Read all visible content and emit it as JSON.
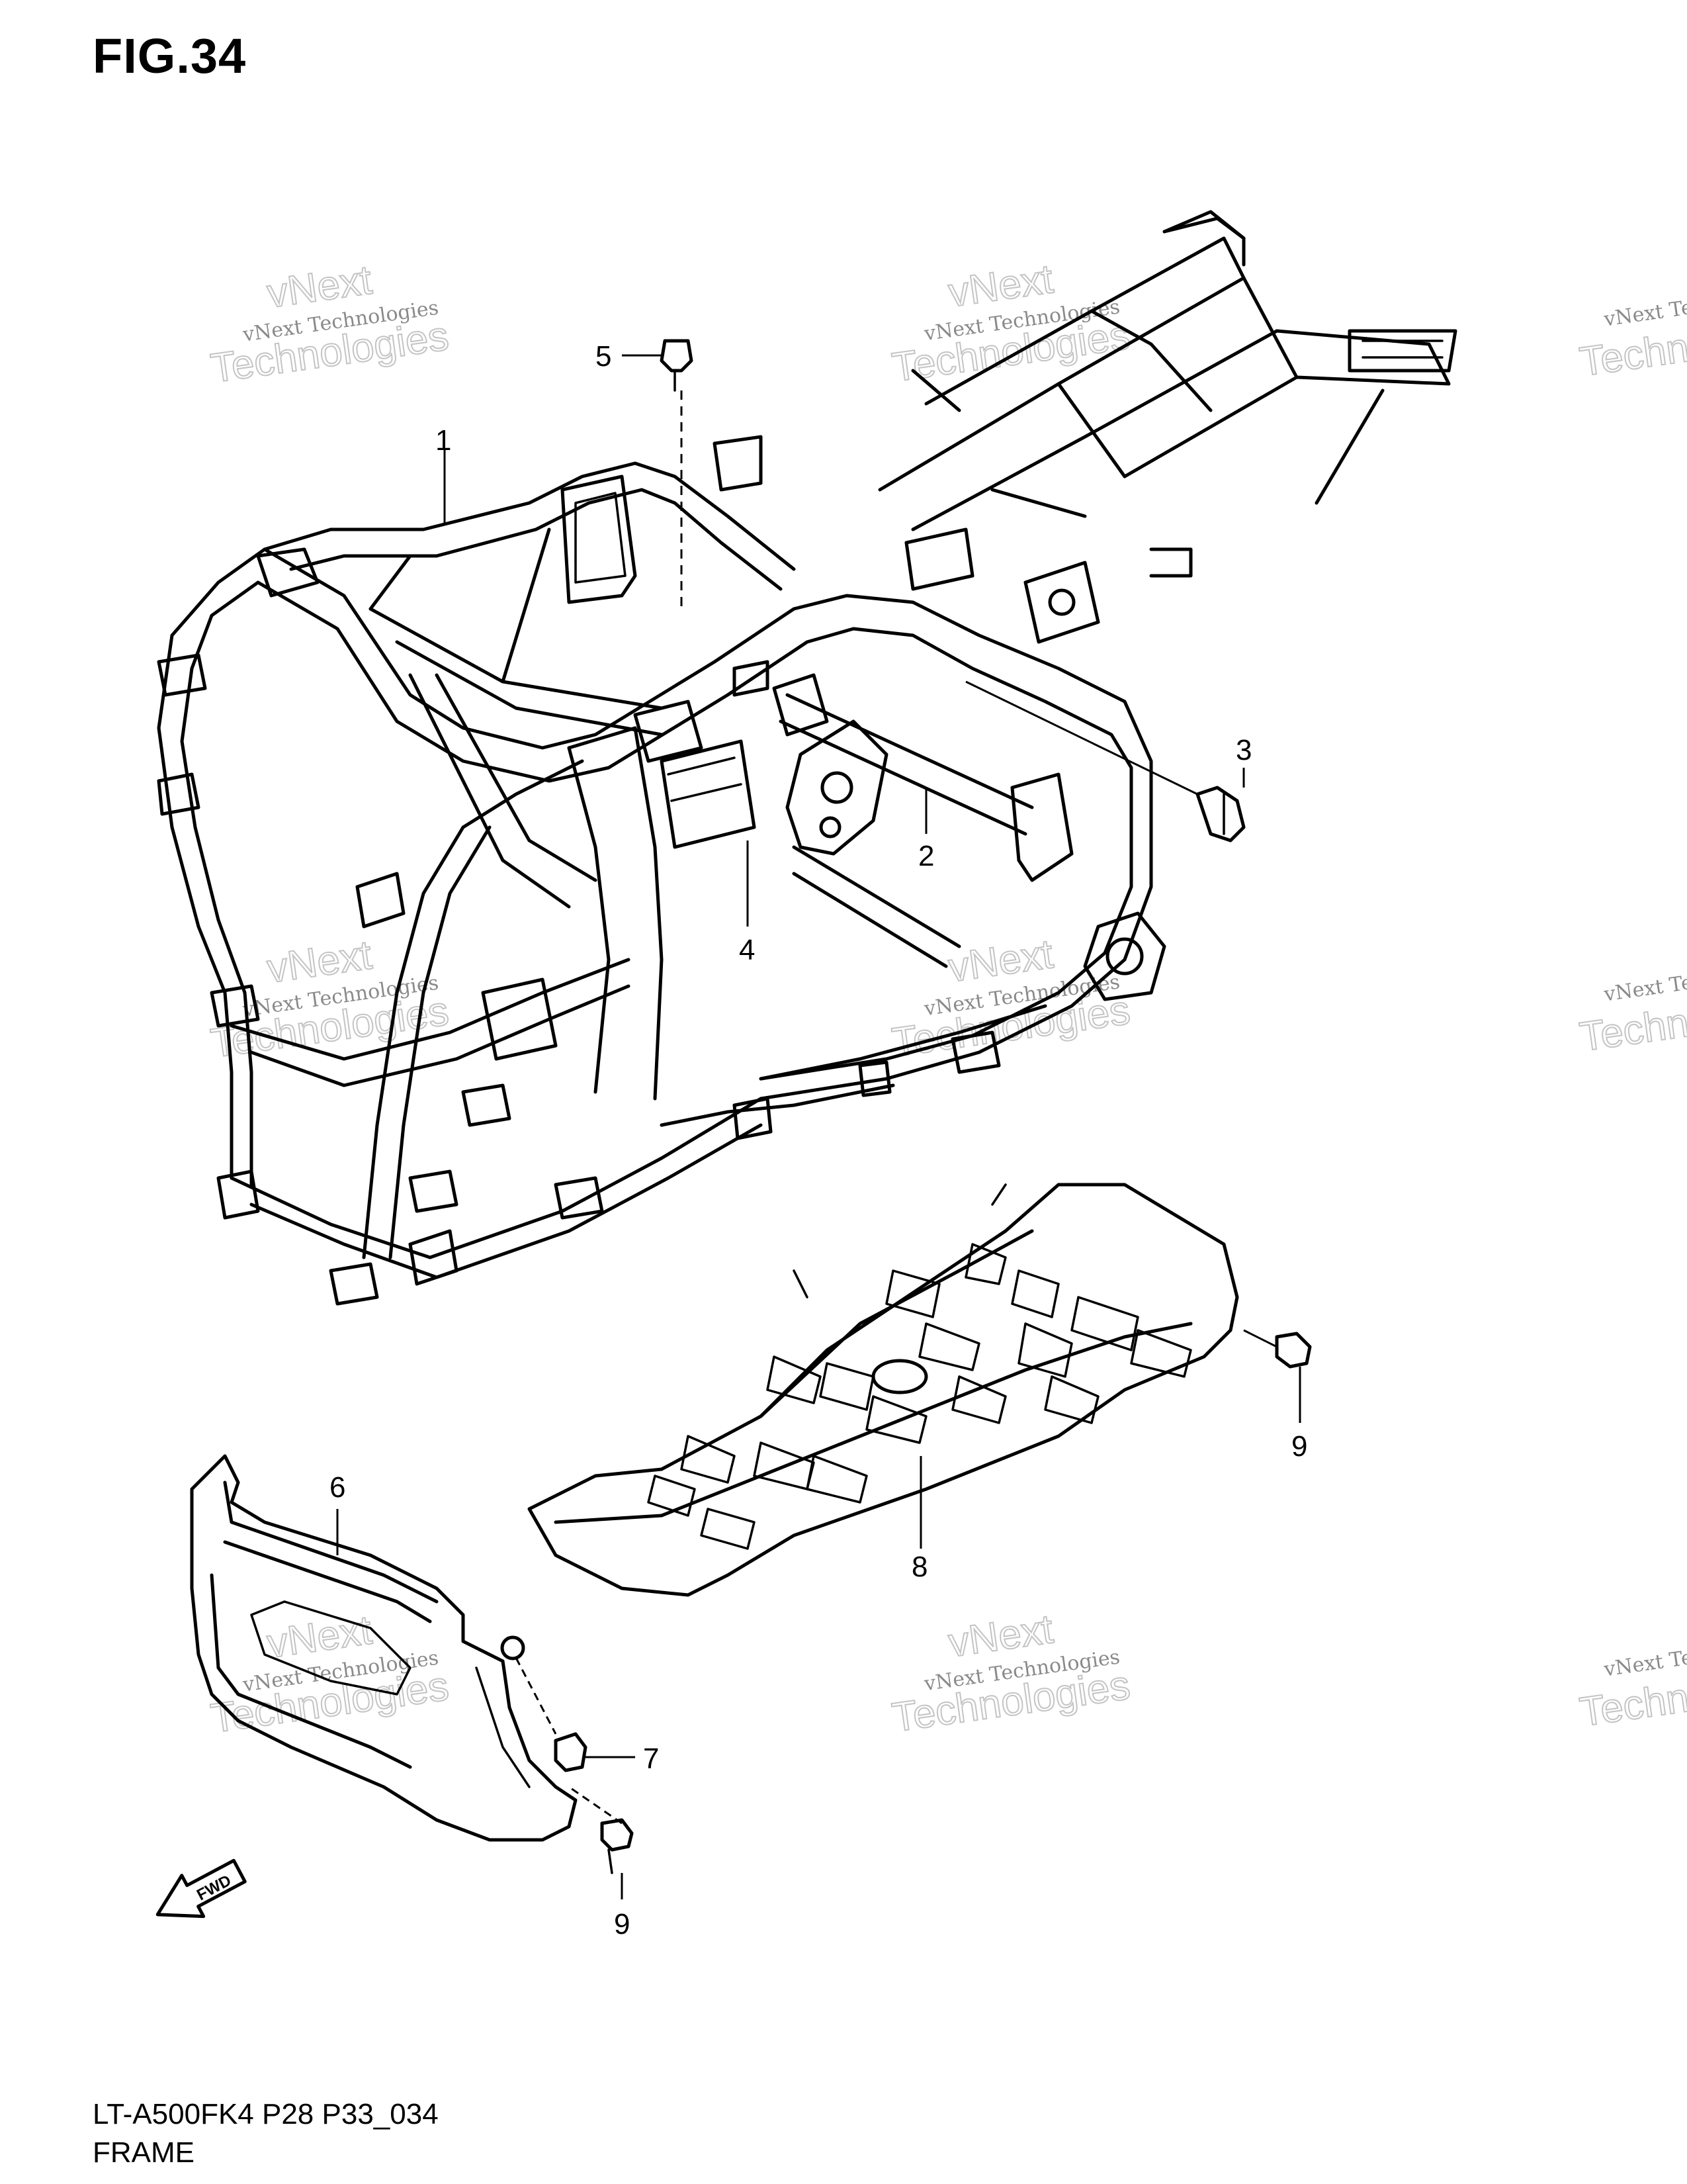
{
  "figure": {
    "title": "FIG.34",
    "model_code": "LT-A500FK4 P28 P33_034",
    "section_name": "FRAME"
  },
  "callouts": [
    "1",
    "2",
    "3",
    "4",
    "5",
    "6",
    "7",
    "8",
    "9",
    "9"
  ],
  "watermark": {
    "line1": "vNext Technologies",
    "line2": "Technologies",
    "line3": "vNext"
  },
  "fwd_label": "FWD"
}
